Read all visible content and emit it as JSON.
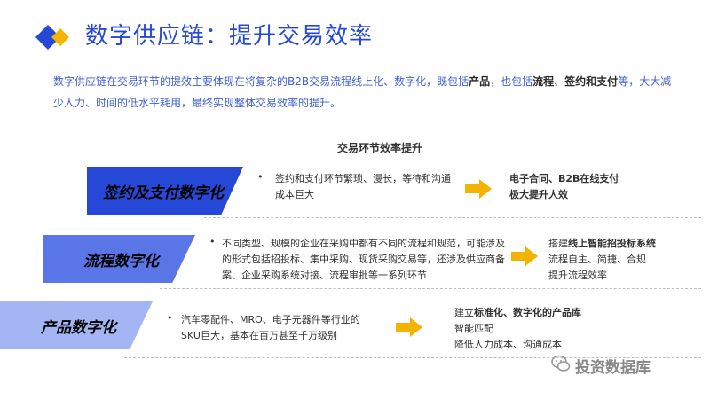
{
  "title": "数字供应链：提升交易效率",
  "intro": {
    "part1": "数字供应链在交易环节的提效主要体现在将复杂的B2B交易流程线上化、数字化，既包括",
    "bold1": "产品",
    "part2": "，也包括",
    "bold2": "流程",
    "part3": "、",
    "bold3": "签约和支付",
    "part4": "等，大大减少人力、时间的低水平耗用，最终实现整体交易效率的提升。"
  },
  "heading": "交易环节效率提升",
  "rows": [
    {
      "label": "签约及支付数字化",
      "bullet": "•",
      "desc": "签约和支付环节繁琐、漫长，等待和沟通成本巨大",
      "result_line1": "电子合同、B2B在线支付",
      "result_line2": " 极大提升人效"
    },
    {
      "label": "流程数字化",
      "bullet": "•",
      "desc": "不同类型、规模的企业在采购中都有不同的流程和规范，可能涉及的形式包括招投标、集中采购、现货采购交易等，还涉及供应商备案、企业采购系统对接、流程审批等一系列环节",
      "result_line1_prefix": "搭建",
      "result_line1_bold": "线上智能招投标系统",
      "result_line2": "流程自主、简捷、合规",
      "result_line3": "提升流程效率"
    },
    {
      "label": "产品数字化",
      "bullet": "•",
      "desc": "汽车零配件、MRO、电子元器件等行业的SKU巨大，基本在百万甚至千万级别",
      "result_line1_prefix": "建立",
      "result_line1_bold": "标准化、数字化的产品库",
      "result_line2": "智能匹配",
      "result_line3": "降低人力成本、沟通成本"
    }
  ],
  "watermark": "投资数据库",
  "colors": {
    "title": "#2548d6",
    "band1": "#2548d6",
    "band2": "#5a76e6",
    "band3": "#a3b6f3",
    "arrow": "#f5b301",
    "logo_blue": "#2548d6",
    "logo_yellow": "#f5b301"
  }
}
